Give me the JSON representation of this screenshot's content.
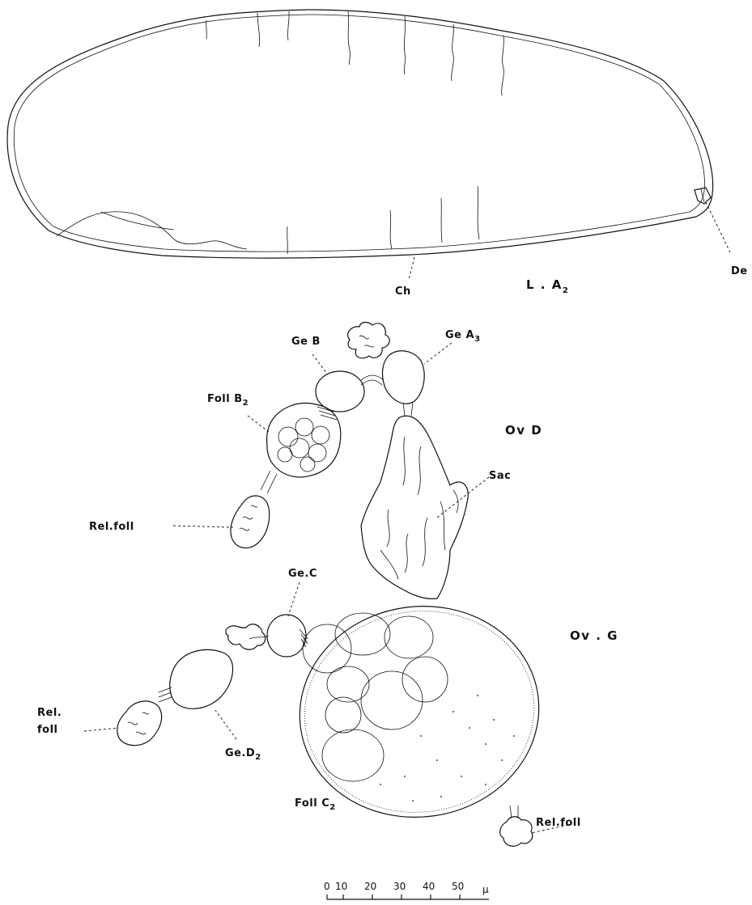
{
  "figure": {
    "top_drawing": {
      "labels": {
        "ch": "Ch",
        "de": "De",
        "la_main": "L . A",
        "la_sub": "2"
      }
    },
    "ovary_d": {
      "title": "Ov  D",
      "labels": {
        "ge_b": "Ge  B",
        "ge_a_main": "Ge  A",
        "ge_a_sub": "3",
        "foll_b_main": "Foll  B",
        "foll_b_sub": "2",
        "sac": "Sac",
        "rel_foll": "Rel.foll"
      }
    },
    "ovary_g": {
      "title": "Ov . G",
      "labels": {
        "ge_c": "Ge.C",
        "rel_foll_left_1": "Rel.",
        "rel_foll_left_2": "foll",
        "ge_d_main": "Ge.D",
        "ge_d_sub": "2",
        "foll_c_main": "Foll  C",
        "foll_c_sub": "2",
        "rel_foll_right": "Rel.foll"
      }
    },
    "scale_bar": {
      "ticks": [
        "0",
        "10",
        "20",
        "30",
        "40",
        "50"
      ],
      "unit": "μ"
    }
  }
}
